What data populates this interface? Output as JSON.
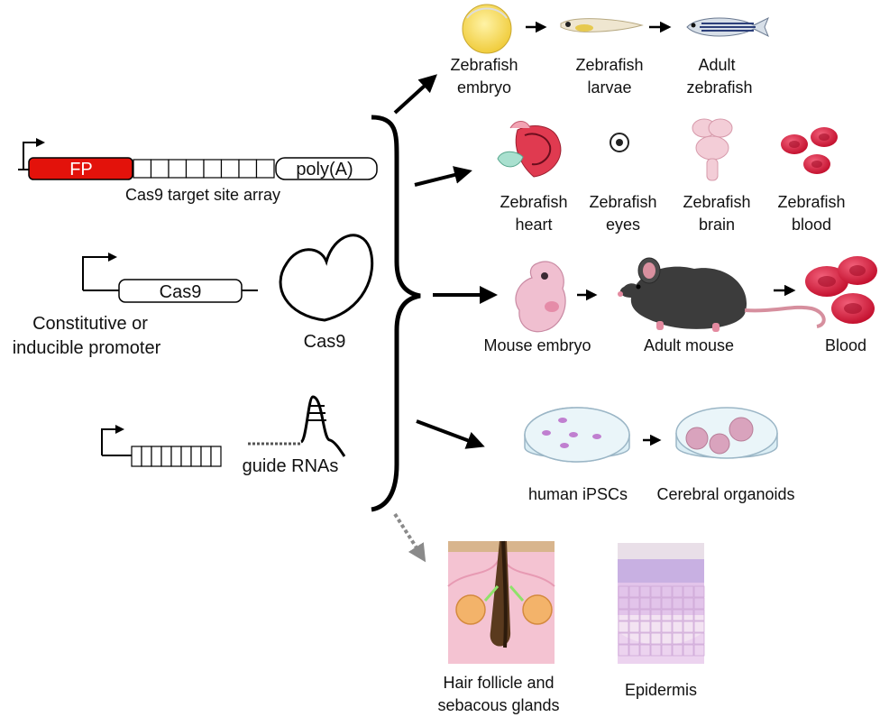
{
  "construct": {
    "fp_label": "FP",
    "polya_label": "poly(A)",
    "array_label": "Cas9 target site array",
    "cas9_gene_label": "Cas9",
    "promoter_label_line1": "Constitutive or",
    "promoter_label_line2": "inducible promoter",
    "cas9_protein_label": "Cas9",
    "guide_label": "guide RNAs"
  },
  "zebrafish_stages": [
    {
      "line1": "Zebrafish",
      "line2": "embryo"
    },
    {
      "line1": "Zebrafish",
      "line2": "larvae"
    },
    {
      "line1": "Adult",
      "line2": "zebrafish"
    }
  ],
  "zebrafish_tissues": [
    {
      "line1": "Zebrafish",
      "line2": "heart"
    },
    {
      "line1": "Zebrafish",
      "line2": "eyes"
    },
    {
      "line1": "Zebrafish",
      "line2": "brain"
    },
    {
      "line1": "Zebrafish",
      "line2": "blood"
    }
  ],
  "mouse": {
    "embryo": "Mouse embryo",
    "adult": "Adult mouse",
    "blood": "Blood"
  },
  "human": {
    "ipsc": "human iPSCs",
    "organoids": "Cerebral organoids"
  },
  "future": {
    "hair_line1": "Hair follicle and",
    "hair_line2": "sebacous glands",
    "epidermis": "Epidermis"
  },
  "colors": {
    "fp_red": "#e3120b",
    "blood_red": "#d11f3c",
    "yolk": "#f3d651",
    "mouse_body": "#3c3c3c",
    "dish_purple": "#c07fd0",
    "skin_pink": "#f2c6d6"
  }
}
